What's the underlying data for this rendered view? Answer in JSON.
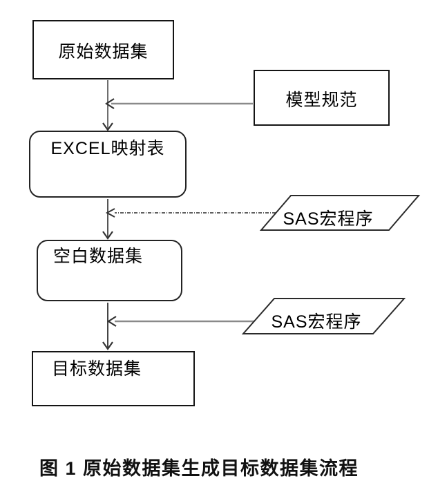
{
  "figure": {
    "caption": "图 1 原始数据集生成目标数据集流程",
    "nodes": {
      "original_dataset": {
        "label": "原始数据集",
        "shape": "rectangle"
      },
      "model_spec": {
        "label": "模型规范",
        "shape": "rectangle"
      },
      "excel_mapping": {
        "label": "EXCEL映射表",
        "shape": "rounded-rectangle"
      },
      "sas_macro_1": {
        "label": "SAS宏程序",
        "shape": "parallelogram"
      },
      "blank_dataset": {
        "label": "空白数据集",
        "shape": "rounded-rectangle"
      },
      "sas_macro_2": {
        "label": "SAS宏程序",
        "shape": "parallelogram"
      },
      "target_dataset": {
        "label": "目标数据集",
        "shape": "rectangle"
      }
    },
    "edges": [
      {
        "from": "original_dataset",
        "to": "excel_mapping",
        "style": "solid",
        "direction": "down"
      },
      {
        "from": "model_spec",
        "to": "edge:original_dataset-excel_mapping",
        "style": "solid",
        "direction": "left"
      },
      {
        "from": "excel_mapping",
        "to": "blank_dataset",
        "style": "solid",
        "direction": "down"
      },
      {
        "from": "sas_macro_1",
        "to": "edge:excel_mapping-blank_dataset",
        "style": "dashed",
        "direction": "left"
      },
      {
        "from": "blank_dataset",
        "to": "target_dataset",
        "style": "solid",
        "direction": "down"
      },
      {
        "from": "sas_macro_2",
        "to": "edge:blank_dataset-target_dataset",
        "style": "solid",
        "direction": "left"
      }
    ],
    "colors": {
      "background": "#ffffff",
      "box_border": "#141414",
      "connector_gray": "#8a8a8a",
      "connector_dark": "#555555",
      "arrowhead": "#333333",
      "text": "#000000"
    }
  }
}
